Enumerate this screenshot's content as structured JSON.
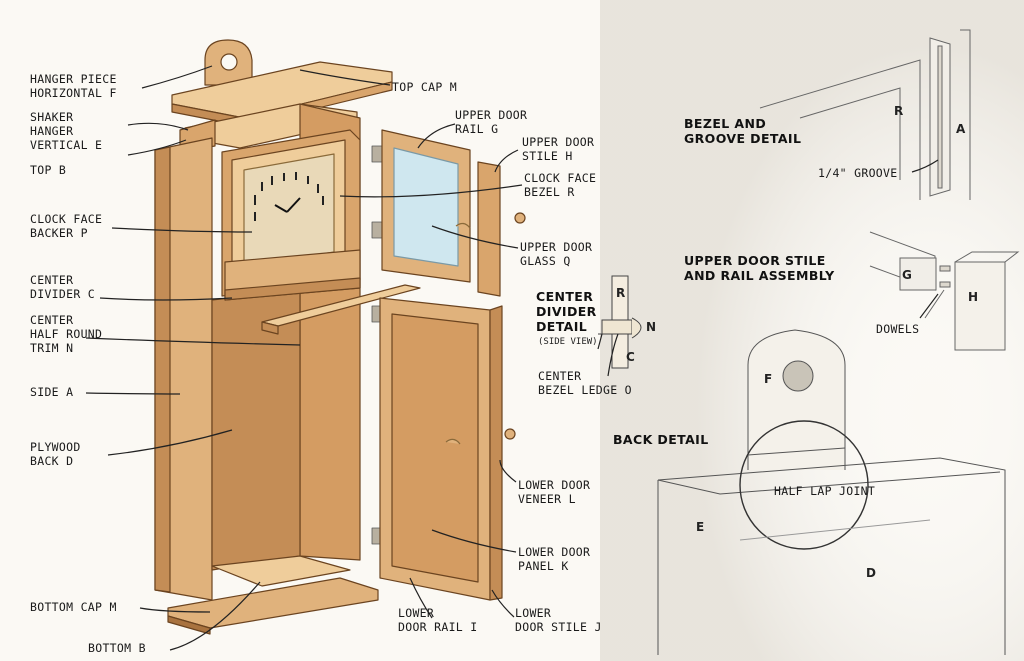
{
  "labels": {
    "hanger_h": [
      "HANGER PIECE",
      "HORIZONTAL F"
    ],
    "shaker_v": [
      "SHAKER",
      "HANGER",
      "VERTICAL E"
    ],
    "top_b": [
      "TOP B"
    ],
    "top_cap": [
      "TOP CAP M"
    ],
    "clock_backer": [
      "CLOCK FACE",
      "BACKER P"
    ],
    "center_divider": [
      "CENTER",
      "DIVIDER C"
    ],
    "center_trim": [
      "CENTER",
      "HALF ROUND",
      "TRIM N"
    ],
    "side_a": [
      "SIDE A"
    ],
    "plywood_back": [
      "PLYWOOD",
      "BACK D"
    ],
    "bottom_cap": [
      "BOTTOM CAP M"
    ],
    "bottom_b": [
      "BOTTOM B"
    ],
    "upper_rail": [
      "UPPER DOOR",
      "RAIL G"
    ],
    "upper_stile": [
      "UPPER DOOR",
      "STILE H"
    ],
    "clock_bezel": [
      "CLOCK FACE",
      "BEZEL R"
    ],
    "upper_glass": [
      "UPPER DOOR",
      "GLASS Q"
    ],
    "bezel_ledge": [
      "CENTER",
      "BEZEL LEDGE O"
    ],
    "lower_veneer": [
      "LOWER DOOR",
      "VENEER L"
    ],
    "lower_panel": [
      "LOWER DOOR",
      "PANEL K"
    ],
    "lower_rail": [
      "LOWER",
      "DOOR RAIL I"
    ],
    "lower_stile": [
      "LOWER",
      "DOOR STILE J"
    ],
    "groove": [
      "1/4\" GROOVE"
    ],
    "dowels": [
      "DOWELS"
    ],
    "half_lap": [
      "HALF LAP JOINT"
    ]
  },
  "headings": {
    "bezel_groove": [
      "BEZEL AND",
      "GROOVE DETAIL"
    ],
    "stile_rail": [
      "UPPER DOOR STILE",
      "AND RAIL ASSEMBLY"
    ],
    "center_divider_detail": [
      "CENTER",
      "DIVIDER",
      "DETAIL"
    ],
    "back_detail": [
      "BACK DETAIL"
    ]
  },
  "subnotes": {
    "side_view": "(SIDE VIEW)"
  },
  "letters": {
    "bezel_r": "R",
    "bezel_a": "A",
    "g": "G",
    "h": "H",
    "cd_r": "R",
    "cd_n": "N",
    "cd_c": "C",
    "back_f": "F",
    "back_e": "E",
    "back_d": "D"
  },
  "colors": {
    "wood": "#e0b27c",
    "wood_light": "#efcd9b",
    "wood_dark": "#c48d56",
    "wood_shadow": "#a9733f",
    "glass": "#cfe7ef",
    "clock_face": "#e9d9b8",
    "ink": "#1a1a1a",
    "pencil": "#555555"
  }
}
